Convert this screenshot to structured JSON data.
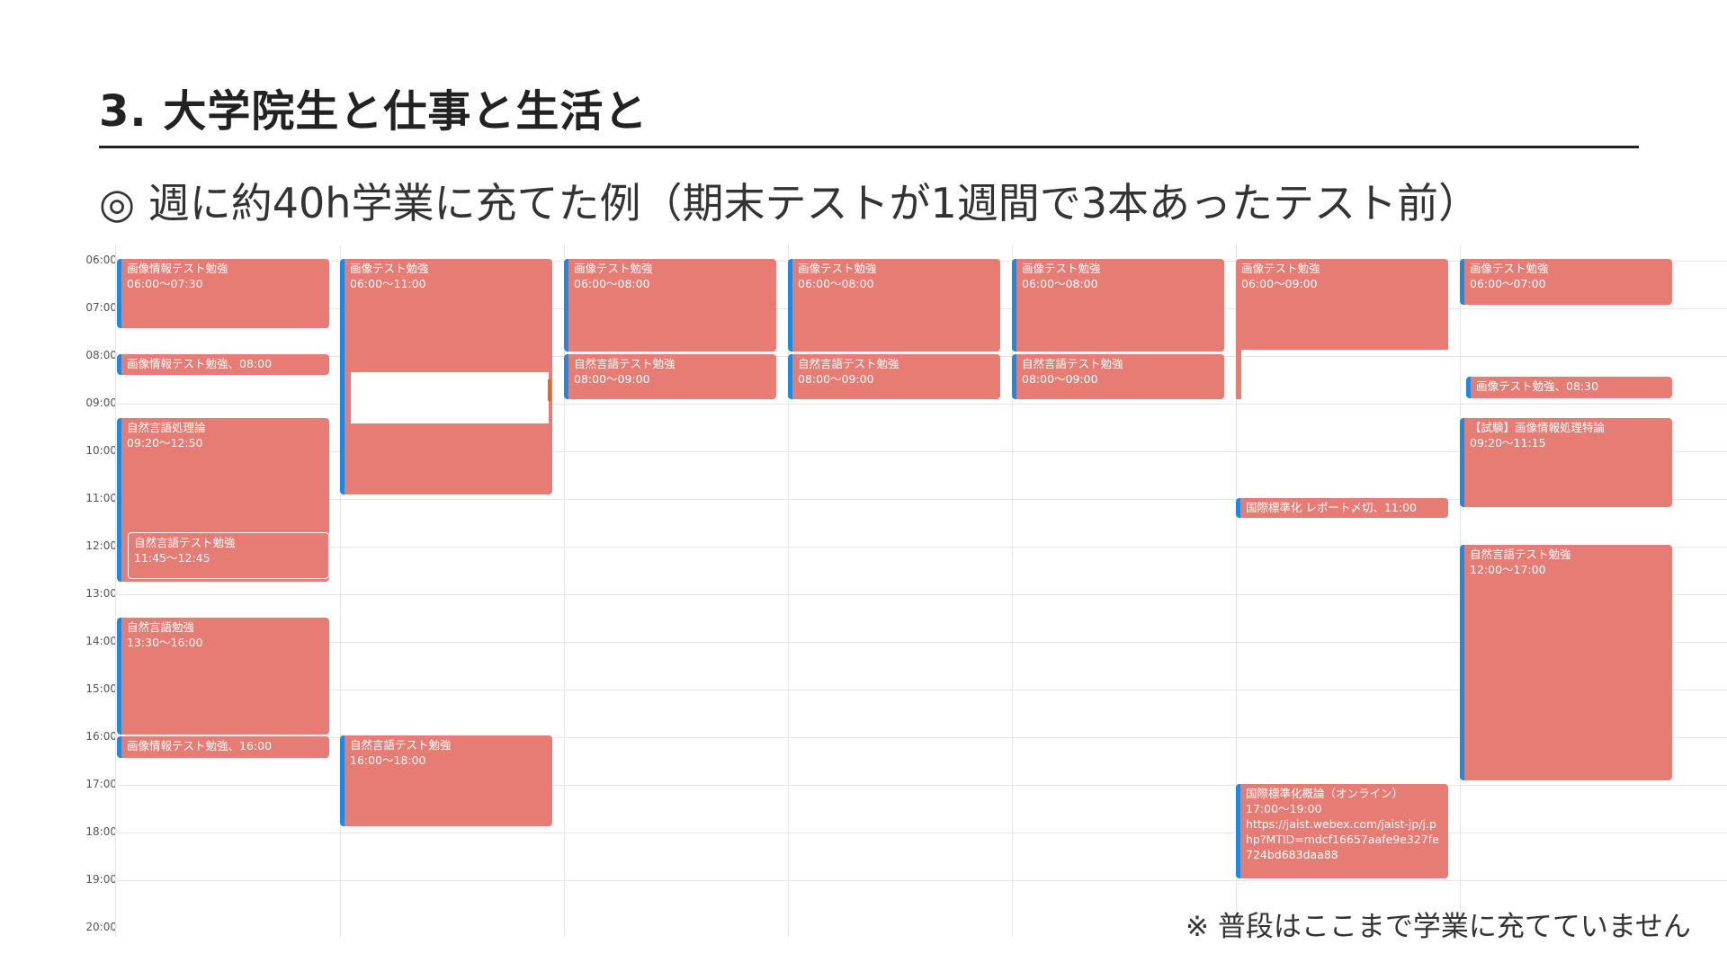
{
  "slide": {
    "title": "3. 大学院生と仕事と生活と",
    "subtitle": "◎ 週に約40h学業に充てた例（期末テストが1週間で3本あったテスト前）",
    "footnote": "※ 普段はここまで学業に充てていません"
  },
  "calendar": {
    "hours": [
      "06:00",
      "07:00",
      "08:00",
      "09:00",
      "10:00",
      "11:00",
      "12:00",
      "13:00",
      "14:00",
      "15:00",
      "16:00",
      "17:00",
      "18:00",
      "19:00",
      "20:00"
    ],
    "days": [
      {
        "events": [
          {
            "title": "画像情報テスト勉強",
            "time": "06:00～07:30"
          },
          {
            "title": "画像情報テスト勉強、08:00"
          },
          {
            "title": "自然言語処理論",
            "time": "09:20～12:50"
          },
          {
            "title": "自然言語テスト勉強",
            "time": "11:45～12:45"
          },
          {
            "title": "自然言語勉強",
            "time": "13:30～16:00"
          },
          {
            "title": "画像情報テスト勉強、16:00"
          }
        ]
      },
      {
        "events": [
          {
            "title": "画像テスト勉強",
            "time": "06:00～11:00"
          },
          {
            "title": "自然言語テスト勉強",
            "time": "16:00～18:00"
          }
        ]
      },
      {
        "events": [
          {
            "title": "画像テスト勉強",
            "time": "06:00～08:00"
          },
          {
            "title": "自然言語テスト勉強",
            "time": "08:00～09:00"
          }
        ]
      },
      {
        "events": [
          {
            "title": "画像テスト勉強",
            "time": "06:00～08:00"
          },
          {
            "title": "自然言語テスト勉強",
            "time": "08:00～09:00"
          }
        ]
      },
      {
        "events": [
          {
            "title": "画像テスト勉強",
            "time": "06:00～08:00"
          },
          {
            "title": "自然言語テスト勉強",
            "time": "08:00～09:00"
          }
        ]
      },
      {
        "events": [
          {
            "title": "画像テスト勉強",
            "time": "06:00～09:00"
          },
          {
            "title": "国際標準化 レポート〆切、11:00"
          },
          {
            "title": "国際標準化概論（オンライン）",
            "time": "17:00～19:00",
            "detail": "https://jaist.webex.com/jaist-jp/j.php?MTID=mdcf16657aafe9e327fe724bd683daa88"
          }
        ]
      },
      {
        "events": [
          {
            "title": "画像テスト勉強",
            "time": "06:00～07:00"
          },
          {
            "title": "画像テスト勉強、08:30"
          },
          {
            "title": "【試験】画像情報処理特論",
            "time": "09:20～11:15"
          },
          {
            "title": "自然言語テスト勉強",
            "time": "12:00～17:00"
          }
        ]
      }
    ],
    "colors": {
      "event": "#e67c73",
      "accent_bar": "#1e88e5",
      "grid": "#e6e6e6"
    }
  }
}
